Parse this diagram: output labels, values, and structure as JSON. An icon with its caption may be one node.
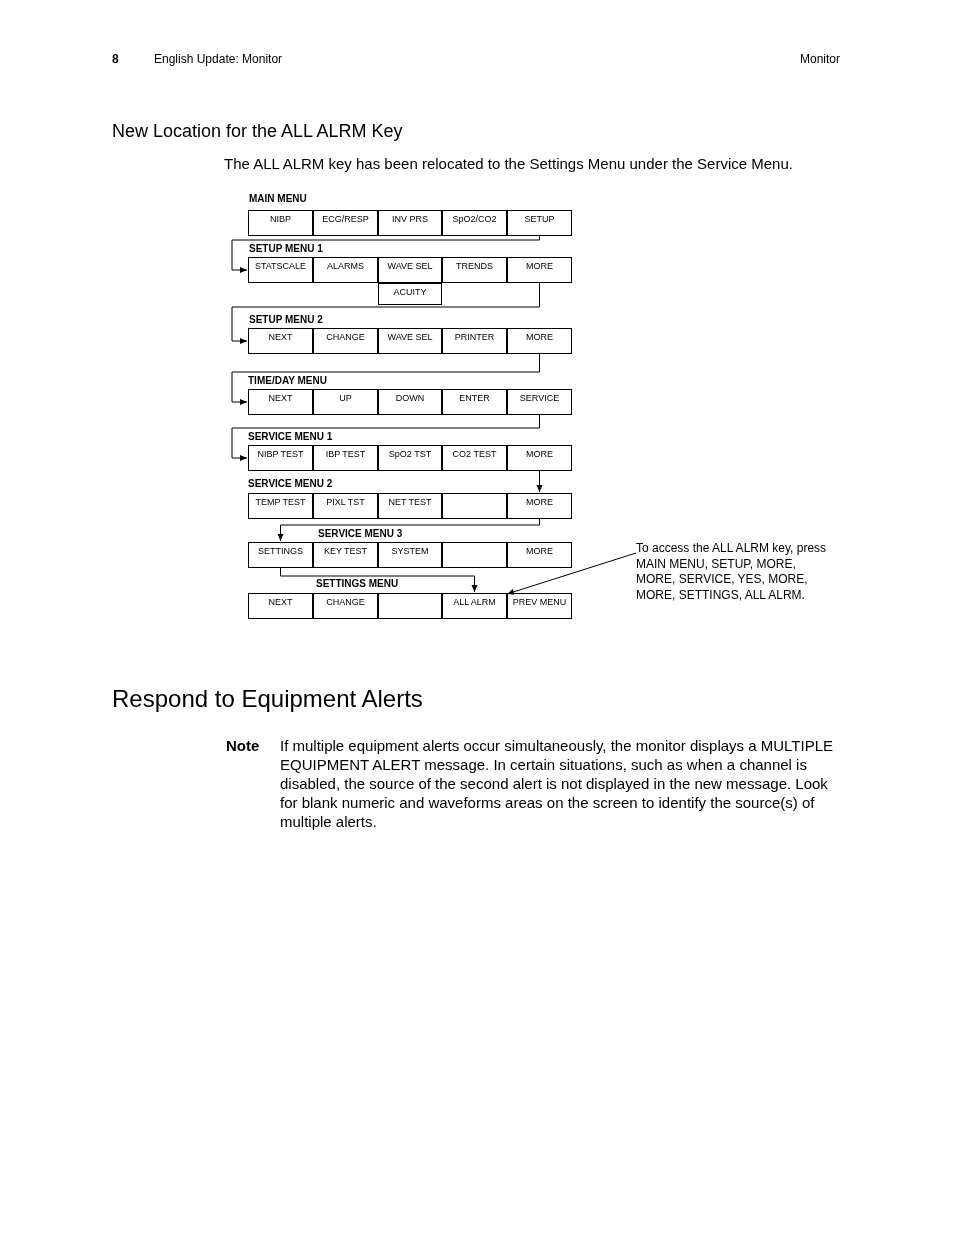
{
  "diagram": {
    "title": "New Location for the ALL ALRM Key",
    "nodes": [
      {
        "text": [
          "NIBP"
        ]
      },
      {
        "text": [
          "ECG/RESP"
        ]
      },
      {
        "text": [
          "INV PRS"
        ]
      },
      {
        "text": [
          "SpO2/CO2"
        ]
      },
      {
        "text": [
          "SETUP"
        ]
      },
      {
        "text": [
          "STATSCALE"
        ]
      },
      {
        "text": [
          "ALARMS"
        ]
      },
      {
        "text": [
          "WAVE SEL"
        ]
      },
      {
        "text": [
          "TRENDS"
        ]
      },
      {
        "text": [
          "MORE"
        ]
      },
      {
        "text": [
          "ACUITY"
        ]
      },
      {
        "text": [
          "NEXT"
        ]
      },
      {
        "text": [
          "CHANGE"
        ]
      },
      {
        "text": [
          "WAVE SEL"
        ]
      },
      {
        "text": [
          "PRINTER"
        ]
      },
      {
        "text": [
          "MORE"
        ]
      },
      {
        "text": [
          "NEXT"
        ]
      },
      {
        "text": [
          "UP"
        ]
      },
      {
        "text": [
          "DOWN"
        ]
      },
      {
        "text": [
          "ENTER"
        ]
      },
      {
        "text": [
          "SERVICE"
        ]
      },
      {
        "text": [
          "NIBP TEST"
        ]
      },
      {
        "text": [
          "IBP TEST"
        ]
      },
      {
        "text": [
          "SpO2 TST"
        ]
      },
      {
        "text": [
          "CO2 TEST"
        ]
      },
      {
        "text": [
          "MORE"
        ]
      },
      {
        "text": [
          "TEMP TEST"
        ]
      },
      {
        "text": [
          "PIXL TST"
        ]
      },
      {
        "text": [
          "NET TEST"
        ]
      },
      {
        "text": [],
        "shape": "box"
      },
      {
        "text": [
          "MORE"
        ]
      },
      {
        "text": [
          "SETTINGS"
        ]
      },
      {
        "text": [
          "KEY TEST"
        ]
      },
      {
        "text": [
          "SYSTEM"
        ]
      },
      {
        "text": [],
        "shape": "box"
      },
      {
        "text": [
          "MORE"
        ]
      },
      {
        "text": [
          "NEXT"
        ]
      },
      {
        "text": [
          "CHANGE"
        ]
      },
      {
        "text": [],
        "shape": "box"
      },
      {
        "text": [
          "ALL ALRM"
        ]
      },
      {
        "text": [
          "PREV MENU"
        ]
      },
      {
        "text": [
          "To access the ALL ALRM key, press MAIN MENU, SETUP, MORE, MORE, SERVICE, YES, MORE, MORE, SETTINGS, ALL ALRM."
        ]
      }
    ],
    "edges": [
      {
        "from": 4,
        "to": 5,
        "arrow": "to"
      },
      {
        "from": 9,
        "to": 11,
        "arrow": "to"
      },
      {
        "from": 15,
        "to": 16,
        "arrow": "to"
      },
      {
        "from": 20,
        "to": 21,
        "arrow": "to"
      },
      {
        "from": 25,
        "to": 30,
        "arrow": "to"
      },
      {
        "from": 30,
        "to": 31,
        "arrow": "to"
      },
      {
        "from": 31,
        "to": 39,
        "arrow": "to"
      },
      {
        "from": 41,
        "to": 39,
        "arrow": "to"
      }
    ],
    "labels": [
      "8",
      "English Update: Monitor",
      "Monitor",
      "The ALL ALRM key has been relocated to the Settings Menu under the Service Menu.",
      "MAIN MENU",
      "SETUP MENU 1",
      "SETUP MENU 2",
      "TIME/DAY MENU",
      "SERVICE MENU 1",
      "SERVICE MENU 2",
      "SERVICE MENU 3",
      "SETTINGS MENU",
      "Respond to Equipment Alerts",
      "Note",
      "If multiple equipment alerts occur simultaneously, the monitor displays a MULTIPLE EQUIPMENT ALERT message. In certain situations, such as when a channel is disabled, the source of the second alert is not displayed in the new message. Look for blank numeric and waveforms areas on the screen to identify the source(s) of multiple alerts."
    ]
  }
}
